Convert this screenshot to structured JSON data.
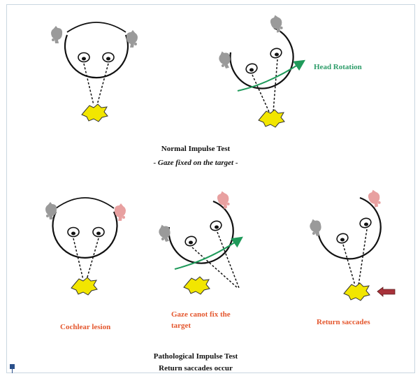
{
  "labels": {
    "head_rotation": "Head Rotation",
    "normal_title": "Normal Impulse Test",
    "normal_subtitle": "- Gaze fixed on the target -",
    "cochlear_lesion": "Cochlear lesion",
    "gaze_cannot_line1": "Gaze canot fix the",
    "gaze_cannot_line2": "target",
    "return_saccades": "Return saccades",
    "pathological_line1": "Pathological Impulse Test",
    "pathological_line2": "Return saccades occur"
  },
  "colors": {
    "caption_green": "#2e9d6a",
    "caption_red": "#e4572e",
    "target_yellow": "#f2e600",
    "arrow_green": "#1f9a5a",
    "arrow_red": "#a8323a",
    "ear_gray": "#9a9a9a",
    "ear_pink": "#e8a0a0",
    "border": "#c9d6e0"
  },
  "icons": {
    "ear": "ear-icon",
    "target": "target-burst-icon"
  }
}
